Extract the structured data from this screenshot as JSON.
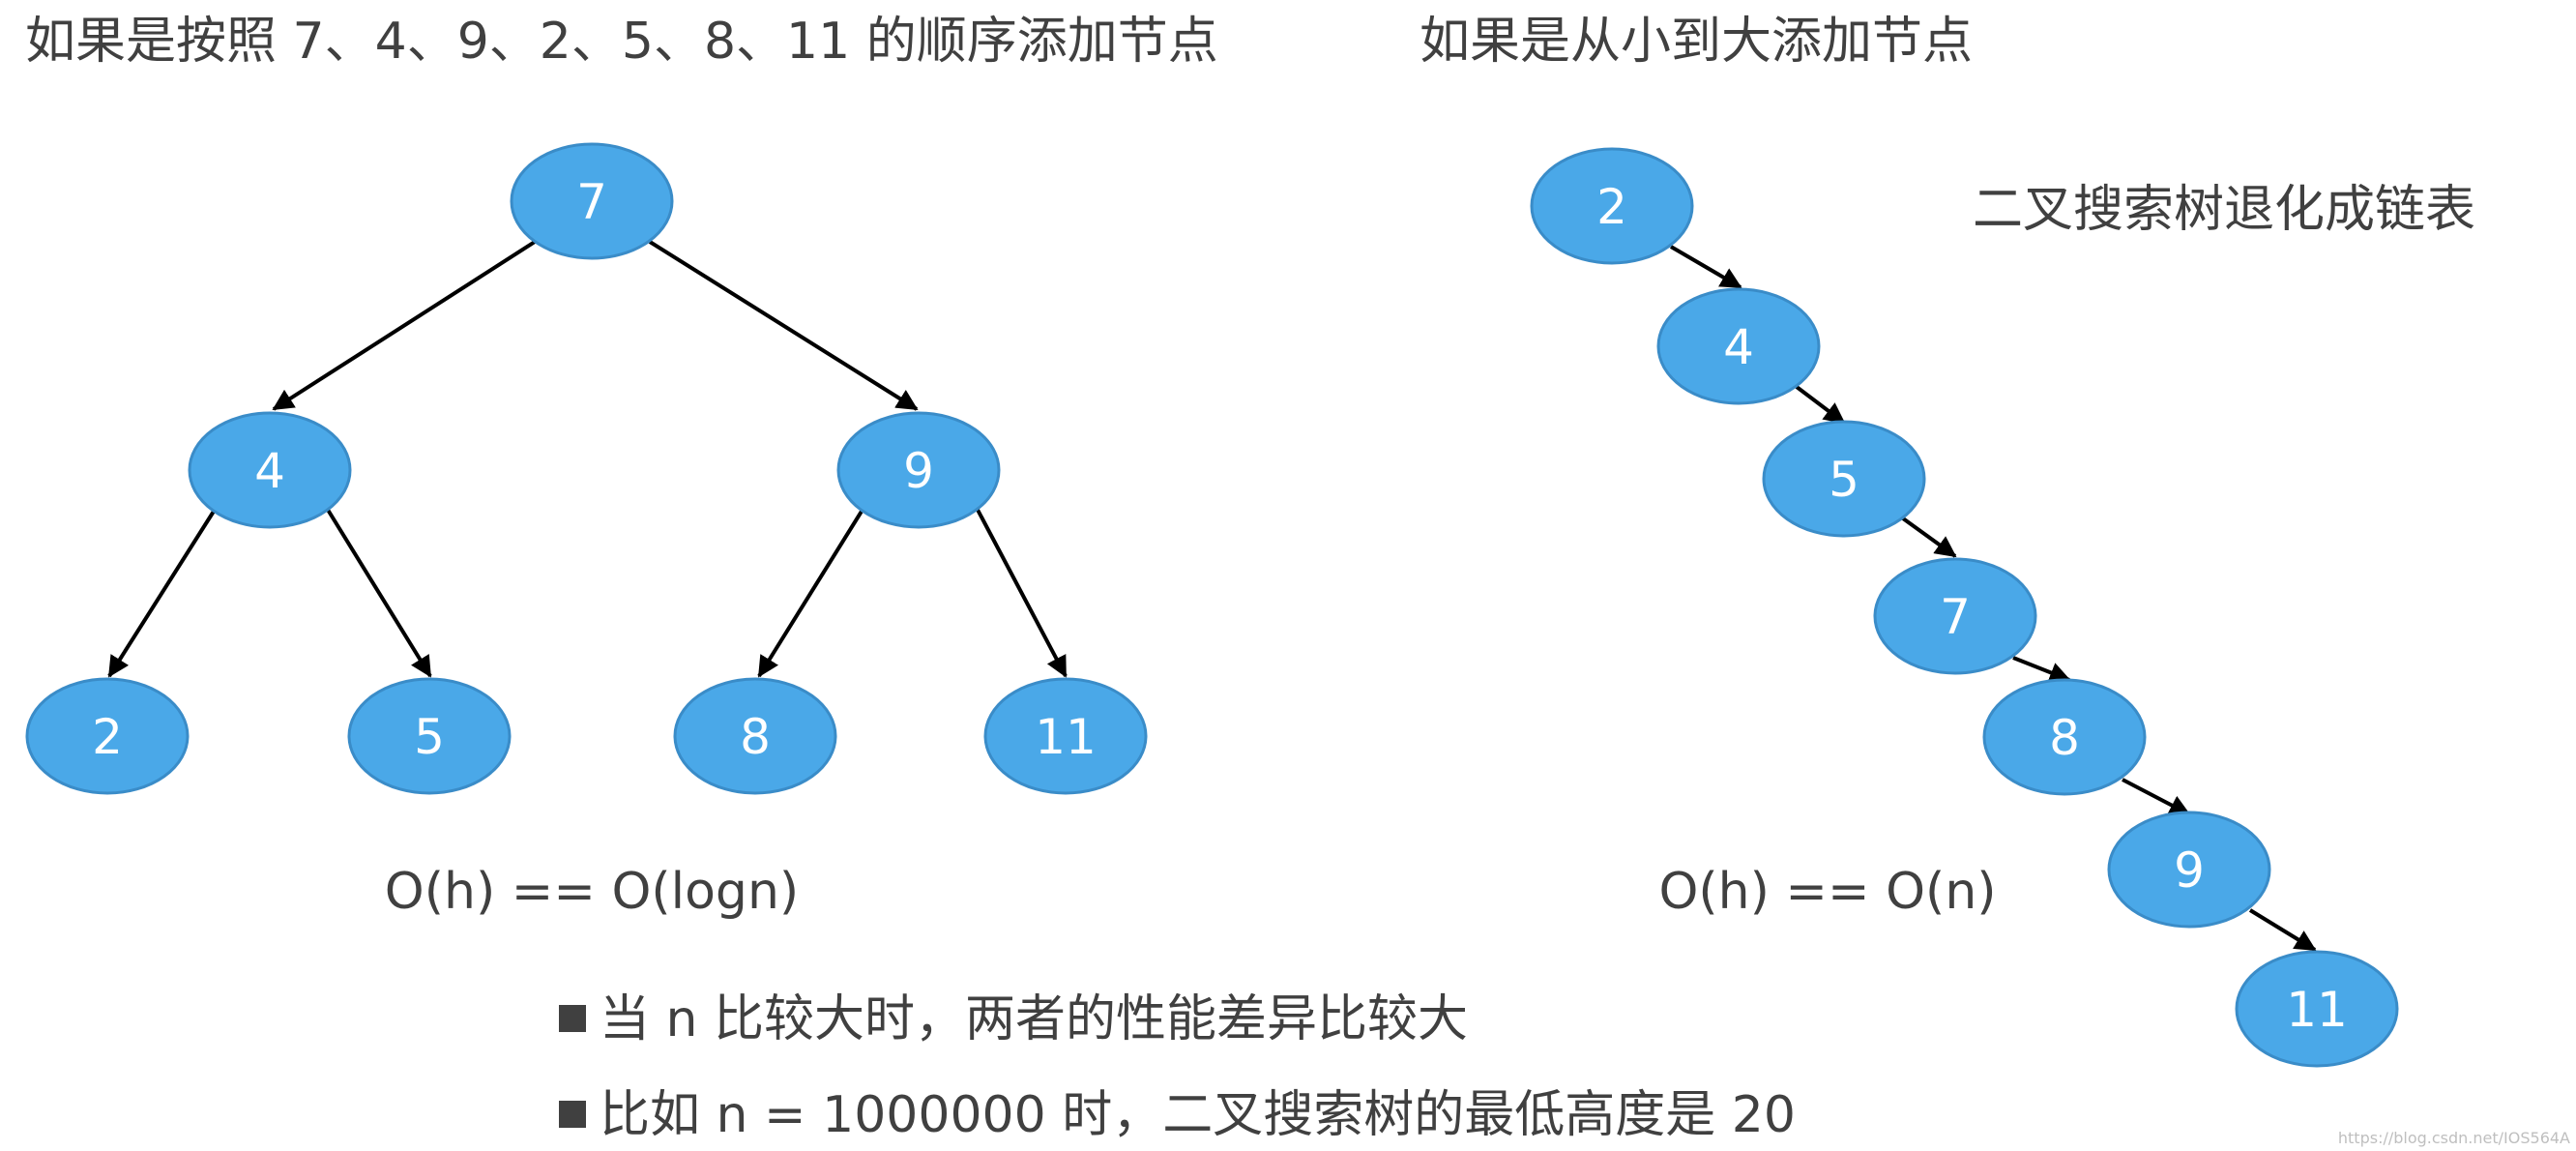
{
  "left_title": "如果是按照 7、4、9、2、5、8、11 的顺序添加节点",
  "right_title": "如果是从小到大添加节点",
  "right_note": "二叉搜索树退化成链表",
  "balanced_tree": {
    "root": "7",
    "level2": [
      "4",
      "9"
    ],
    "leaves": [
      "2",
      "5",
      "8",
      "11"
    ],
    "complexity": "O(h) == O(logn)"
  },
  "degenerate_chain": {
    "nodes": [
      "2",
      "4",
      "5",
      "7",
      "8",
      "9",
      "11"
    ],
    "complexity": "O(h) == O(n)"
  },
  "bullets": [
    "当 n 比较大时，两者的性能差异比较大",
    "比如 n = 1000000 时，二叉搜索树的最低高度是 20"
  ],
  "credit": "https://blog.csdn.net/IOS564A",
  "colors": {
    "node_fill": "#4aa8e8",
    "node_stroke": "#3a8cc8",
    "text": "#404040",
    "edge": "#000000"
  }
}
